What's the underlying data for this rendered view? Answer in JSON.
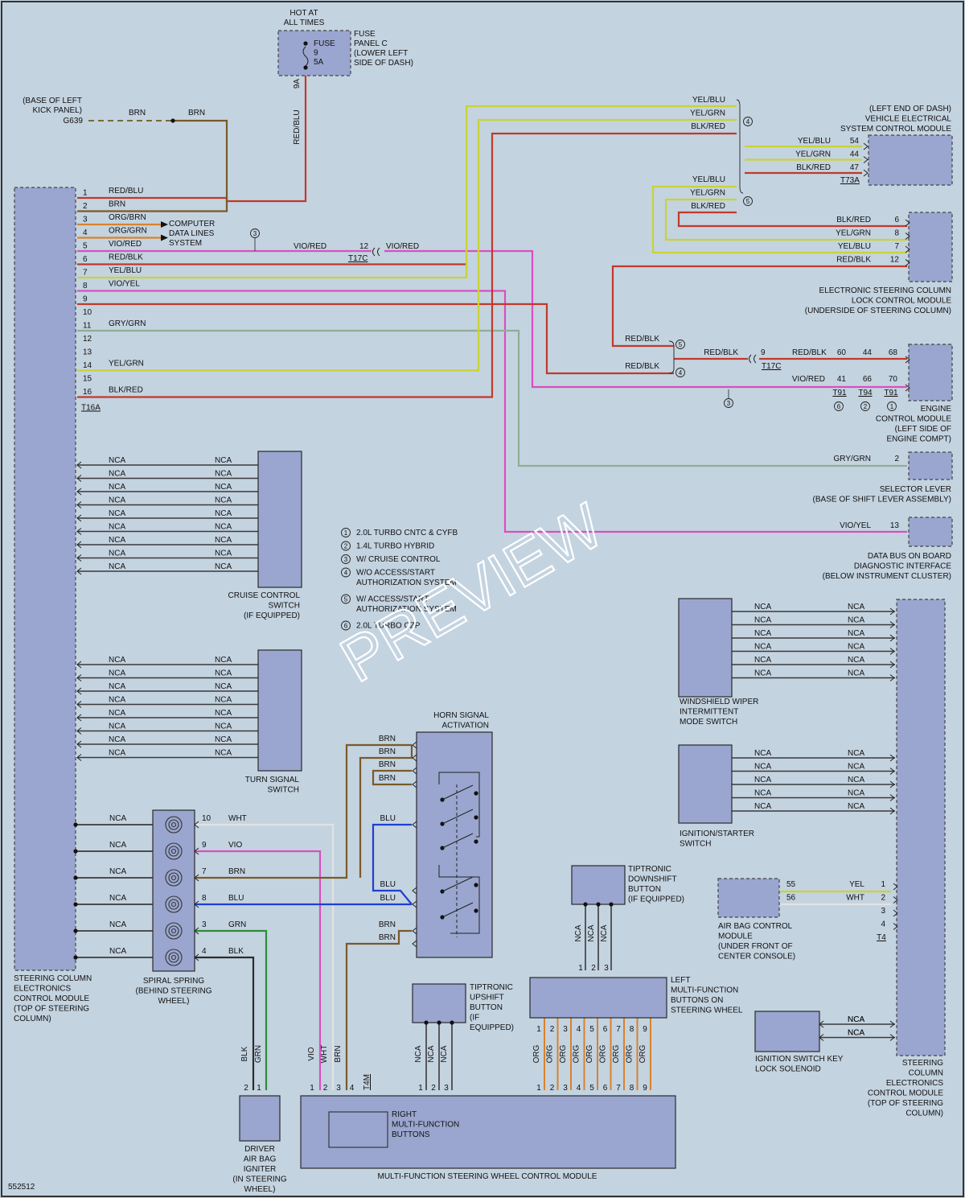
{
  "fuse": {
    "supply": [
      "HOT AT",
      "ALL TIMES"
    ],
    "label": [
      "FUSE",
      "9",
      "5A"
    ],
    "panel": [
      "FUSE",
      "PANEL C",
      "(LOWER LEFT",
      "SIDE OF DASH)"
    ],
    "pin": "9A",
    "wire": "RED/BLU"
  },
  "ground": {
    "location": [
      "(BASE OF LEFT",
      "KICK PANEL)"
    ],
    "id": "G639",
    "wire1": "BRN",
    "wire2": "BRN"
  },
  "module_labels": {
    "scecm": [
      "STEERING COLUMN",
      "ELECTRONICS",
      "CONTROL MODULE",
      "(TOP OF STEERING",
      "COLUMN)"
    ],
    "vescm": [
      "(LEFT END OF DASH)",
      "VEHICLE ELECTRICAL",
      "SYSTEM CONTROL MODULE"
    ],
    "lock": [
      "ELECTRONIC STEERING COLUMN",
      "LOCK CONTROL MODULE",
      "(UNDERSIDE OF STEERING COLUMN)"
    ],
    "ecm": [
      "ENGINE",
      "CONTROL MODULE",
      "(LEFT SIDE OF",
      "ENGINE COMPT)"
    ],
    "selector": [
      "SELECTOR LEVER",
      "(BASE OF SHIFT LEVER ASSEMBLY)"
    ],
    "dlc": [
      "DATA BUS ON BOARD",
      "DIAGNOSTIC INTERFACE",
      "(BELOW INSTRUMENT CLUSTER)"
    ],
    "cruise": [
      "CRUISE CONTROL",
      "SWITCH",
      "(IF EQUIPPED)"
    ],
    "turn": [
      "TURN SIGNAL",
      "SWITCH"
    ],
    "spiral": [
      "SPIRAL SPRING",
      "(BEHIND STEERING",
      "WHEEL)"
    ],
    "horn": [
      "HORN SIGNAL",
      "ACTIVATION"
    ],
    "tip_down": [
      "TIPTRONIC",
      "DOWNSHIFT",
      "BUTTON",
      "(IF EQUIPPED)"
    ],
    "tip_up": [
      "TIPTRONIC",
      "UPSHIFT",
      "BUTTON",
      "(IF",
      "EQUIPPED)"
    ],
    "left_mf": [
      "LEFT",
      "MULTI-FUNCTION",
      "BUTTONS ON",
      "STEERING WHEEL"
    ],
    "right_mf": [
      "RIGHT",
      "MULTI-FUNCTION",
      "BUTTONS"
    ],
    "mfswcm": "MULTI-FUNCTION STEERING WHEEL CONTROL MODULE",
    "driver_ab": [
      "DRIVER",
      "AIR BAG",
      "IGNITER",
      "(IN STEERING",
      "WHEEL)"
    ],
    "wiper": [
      "WINDSHIELD WIPER",
      "INTERMITTENT",
      "MODE SWITCH"
    ],
    "ignition": [
      "IGNITION/STARTER",
      "SWITCH"
    ],
    "airbag": [
      "AIR BAG CONTROL",
      "MODULE",
      "(UNDER FRONT OF",
      "CENTER CONSOLE)"
    ],
    "keylock": [
      "IGNITION SWITCH KEY",
      "LOCK SOLENOID"
    ],
    "scecm_right": [
      "STEERING",
      "COLUMN",
      "ELECTRONICS",
      "CONTROL MODULE",
      "(TOP OF STEERING",
      "COLUMN)"
    ]
  },
  "t16a": {
    "connector": "T16A",
    "pins": [
      {
        "pin": "1",
        "wire": "RED/BLU"
      },
      {
        "pin": "2",
        "wire": "BRN"
      },
      {
        "pin": "3",
        "wire": "ORG/BRN"
      },
      {
        "pin": "4",
        "wire": "ORG/GRN"
      },
      {
        "pin": "5",
        "wire": "VIO/RED"
      },
      {
        "pin": "6",
        "wire": "RED/BLK"
      },
      {
        "pin": "7",
        "wire": "YEL/BLU"
      },
      {
        "pin": "8",
        "wire": "VIO/YEL"
      },
      {
        "pin": "9",
        "wire": ""
      },
      {
        "pin": "10",
        "wire": ""
      },
      {
        "pin": "11",
        "wire": "GRY/GRN"
      },
      {
        "pin": "12",
        "wire": ""
      },
      {
        "pin": "13",
        "wire": ""
      },
      {
        "pin": "14",
        "wire": "YEL/GRN"
      },
      {
        "pin": "15",
        "wire": ""
      },
      {
        "pin": "16",
        "wire": "BLK/RED"
      }
    ]
  },
  "data_lines": [
    "COMPUTER",
    "DATA LINES",
    "SYSTEM"
  ],
  "t17c": {
    "connector": "T17C",
    "pin12": "12",
    "wire12": "VIO/RED",
    "pin9": "9",
    "wire9": "RED/BLK"
  },
  "vescm_group": {
    "note_a": "4",
    "note_b": "5",
    "a_wires": [
      "YEL/BLU",
      "YEL/GRN",
      "BLK/RED"
    ],
    "b_wires": [
      "YEL/BLU",
      "YEL/GRN",
      "BLK/RED"
    ],
    "connector": "T73A",
    "pins": [
      {
        "wire": "YEL/BLU",
        "pin": "54"
      },
      {
        "wire": "YEL/GRN",
        "pin": "44"
      },
      {
        "wire": "BLK/RED",
        "pin": "47"
      }
    ]
  },
  "lock_pins": [
    {
      "wire": "BLK/RED",
      "pin": "6"
    },
    {
      "wire": "YEL/GRN",
      "pin": "8"
    },
    {
      "wire": "YEL/BLU",
      "pin": "7"
    },
    {
      "wire": "RED/BLK",
      "pin": "12"
    }
  ],
  "ecm": {
    "red_blk_a": "RED/BLK",
    "red_blk_b": "RED/BLK",
    "note_a": "5",
    "note_b": "4",
    "pins_top": [
      "60",
      "44",
      "68"
    ],
    "vio_red": "VIO/RED",
    "pins_bottom": [
      "41",
      "66",
      "70"
    ],
    "connectors": [
      "T91",
      "T94",
      "T91"
    ],
    "notes": [
      "6",
      "2",
      "1"
    ],
    "cruise_note": "3"
  },
  "selector": {
    "wire": "GRY/GRN",
    "pin": "2"
  },
  "dlc": {
    "wire": "VIO/YEL",
    "pin": "13"
  },
  "nca": "NCA",
  "legend": [
    {
      "n": "1",
      "text": [
        "2.0L TURBO CNTC & CYFB"
      ]
    },
    {
      "n": "2",
      "text": [
        "1.4L TURBO HYBRID"
      ]
    },
    {
      "n": "3",
      "text": [
        "W/ CRUISE CONTROL"
      ]
    },
    {
      "n": "4",
      "text": [
        "W/O ACCESS/START",
        "AUTHORIZATION SYSTEM"
      ]
    },
    {
      "n": "5",
      "text": [
        "W/ ACCESS/START",
        "AUTHORIZATION SYSTEM"
      ]
    },
    {
      "n": "6",
      "text": [
        "2.0L TURBO CZP"
      ]
    }
  ],
  "spiral_pins": [
    {
      "pin": "10",
      "wire": "WHT"
    },
    {
      "pin": "9",
      "wire": "VIO"
    },
    {
      "pin": "7",
      "wire": "BRN"
    },
    {
      "pin": "8",
      "wire": "BLU"
    },
    {
      "pin": "3",
      "wire": "GRN"
    },
    {
      "pin": "4",
      "wire": "BLK"
    }
  ],
  "horn_wires": [
    "BRN",
    "BRN",
    "BRN",
    "BRN",
    "BLU",
    "BLU",
    "BLU",
    "BRN",
    "BRN"
  ],
  "airbag": {
    "pins": [
      "55",
      "56"
    ],
    "wires": [
      "YEL",
      "WHT"
    ],
    "t4_pins": [
      "1",
      "2",
      "3",
      "4"
    ],
    "connector": "T4"
  },
  "bottom": {
    "driver_wires": [
      "BLK",
      "GRN"
    ],
    "driver_pins": [
      "2",
      "1"
    ],
    "mod_wires": [
      "VIO",
      "WHT",
      "BRN"
    ],
    "mod_pins": [
      "1",
      "2",
      "3",
      "4"
    ],
    "mod_connector": "T4M",
    "tip_pins": [
      "1",
      "2",
      "3"
    ],
    "org": "ORG",
    "left_pins": [
      "1",
      "2",
      "3",
      "4",
      "5",
      "6",
      "7",
      "8",
      "9"
    ]
  },
  "watermark": "PREVIEW",
  "diagram_id": "552512"
}
